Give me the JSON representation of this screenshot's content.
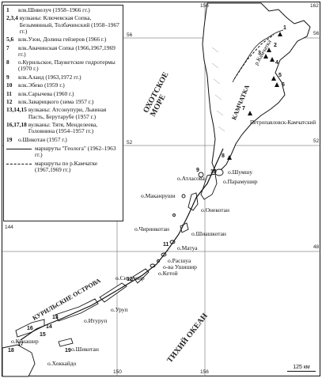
{
  "legend": {
    "entries": [
      {
        "num": "1",
        "text": "влк.Шивелуч (1958–1966 гг.)"
      },
      {
        "num": "2,3,4",
        "text": "вулканы: Ключевская Сопка, Безымянный, Толбачинский (1958–1967 гг.)"
      },
      {
        "num": "5,6",
        "text": "влк.Узон, Долина гейзеров (1966 г.)"
      },
      {
        "num": "7",
        "text": "влк.Авачинская Сопка (1966,1967,1969 гг.)"
      },
      {
        "num": "8",
        "text": "о.Курильское, Паужетские гидротермы (1970 г.)"
      },
      {
        "num": "9",
        "text": "влк.Алаид (1963,1972 гг.)"
      },
      {
        "num": "10",
        "text": "влк.Эбеко (1959 г.)"
      },
      {
        "num": "11",
        "text": "влк.Сарычева (1960 г.)"
      },
      {
        "num": "12",
        "text": "влк.Заварицкого (зима 1957 г.)"
      },
      {
        "num": "13,14,15",
        "text": "вулканы: Атсонупури, Львиная Пасть, Берутарубе (1957 г.)"
      },
      {
        "num": "16,17,18",
        "text": "вулканы: Тятя, Менделеева, Головнина (1954–1957 гг.)"
      },
      {
        "num": "19",
        "text": "о.Шикотан (1957 г.)"
      }
    ],
    "routes": [
      {
        "style": "solid",
        "text": "маршруты \"Геолога\" (1962–1963 гг.)"
      },
      {
        "style": "dashed",
        "text": "маршруты по р.Камчатке (1967,1969 гг.)"
      }
    ]
  },
  "places": {
    "petropavlovsk": "Петропавловск-Камчатский",
    "kamchatka_river": "р.Камчатка",
    "atlasova": "о.Атласова",
    "shumshu": "о.Шумшу",
    "paramushir": "о.Парамушир",
    "makanrushi": "о.Маканруши",
    "onekotan": "о.Онекотан",
    "chirinkotan": "о.Чиринкотан",
    "shiashkotan": "о.Шиашкотан",
    "matua": "о.Матуа",
    "rasshua": "о.Расшуа",
    "ushishir": "о-ва Ушишир",
    "ketoy": "о.Кетой",
    "simushir": "о.Симушир",
    "urup": "о.Уруп",
    "iturup": "о.Итуруп",
    "kunashir": "о.Кунашир",
    "shikotan": "о.Шикотан",
    "hokkaido": "о.Хоккайдо"
  },
  "seas": {
    "okhotsk": "ОХОТСКОЕ МОРЕ",
    "pacific": "ТИХИЙ ОКЕАН",
    "kuril_islands": "КУРИЛЬСКИЕ ОСТРОВА",
    "kamchatka": "КАМЧАТКА"
  },
  "grid": {
    "lon_top": [
      "156",
      "162"
    ],
    "lon_bottom": [
      "150",
      "156"
    ],
    "lat_right": [
      "56",
      "52",
      "48"
    ],
    "lat_left": [
      "144"
    ],
    "lat_left_top": [
      "56"
    ],
    "lat_left_mid": [
      "52"
    ]
  },
  "volcano_numbers": [
    "1",
    "2",
    "3",
    "4",
    "5",
    "6",
    "7",
    "8",
    "9",
    "10",
    "11",
    "12",
    "13",
    "14",
    "15",
    "16",
    "17",
    "18",
    "19"
  ],
  "scale": {
    "label": "125 км"
  },
  "colors": {
    "land": "#ffffff",
    "sea": "#ffffff",
    "ink": "#111111"
  }
}
